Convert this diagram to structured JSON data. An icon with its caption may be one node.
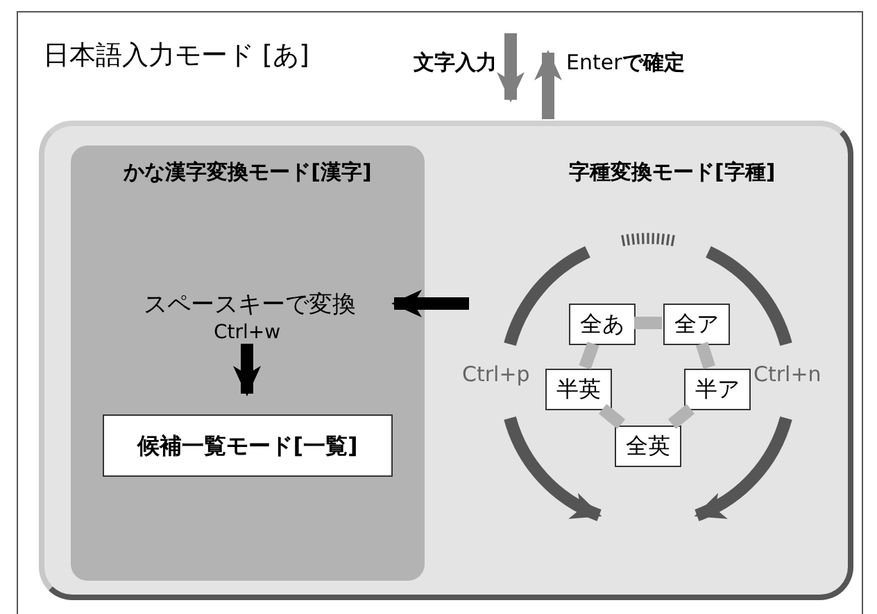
{
  "diagram": {
    "nodes": [
      {
        "text": [
          "日本語入力モード [あ]"
        ]
      },
      {
        "text": [
          "字種変換モード[字種]"
        ],
        "in": 0
      },
      {
        "text": [
          "かな漢字変換モード[漢字]"
        ],
        "in": 1
      },
      {
        "text": [
          "スペースキーで変換"
        ],
        "in": 2
      },
      {
        "text": [
          "候補一覧モード[一覧]"
        ],
        "in": 2
      },
      {
        "text": [
          "全あ"
        ],
        "in": 1
      },
      {
        "text": [
          "全ア"
        ],
        "in": 1
      },
      {
        "text": [
          "半英"
        ],
        "in": 1
      },
      {
        "text": [
          "半ア"
        ],
        "in": 1
      },
      {
        "text": [
          "全英"
        ],
        "in": 1
      }
    ],
    "edges": [
      {
        "from": null,
        "to": 1,
        "arrow": "to",
        "label": "文字入力",
        "color": "#7f7f7f"
      },
      {
        "from": 1,
        "to": null,
        "arrow": "to",
        "label": "Enter**で確定**",
        "color": "#7f7f7f"
      },
      {
        "from": null,
        "to": 3,
        "arrow": "to",
        "color": "#000000"
      },
      {
        "from": 3,
        "to": 4,
        "arrow": "to",
        "label": "Ctrl+w",
        "color": "#000000"
      },
      {
        "from": 5,
        "to": 6,
        "arrow": "none",
        "color": "#b3b3b3"
      },
      {
        "from": 6,
        "to": 8,
        "arrow": "none",
        "color": "#b3b3b3"
      },
      {
        "from": 8,
        "to": 9,
        "arrow": "none",
        "color": "#b3b3b3"
      },
      {
        "from": 9,
        "to": 7,
        "arrow": "none",
        "color": "#b3b3b3"
      },
      {
        "from": 7,
        "to": 5,
        "arrow": "none",
        "color": "#b3b3b3"
      }
    ],
    "labels": [
      "Ctrl+p",
      "Ctrl+n"
    ]
  }
}
